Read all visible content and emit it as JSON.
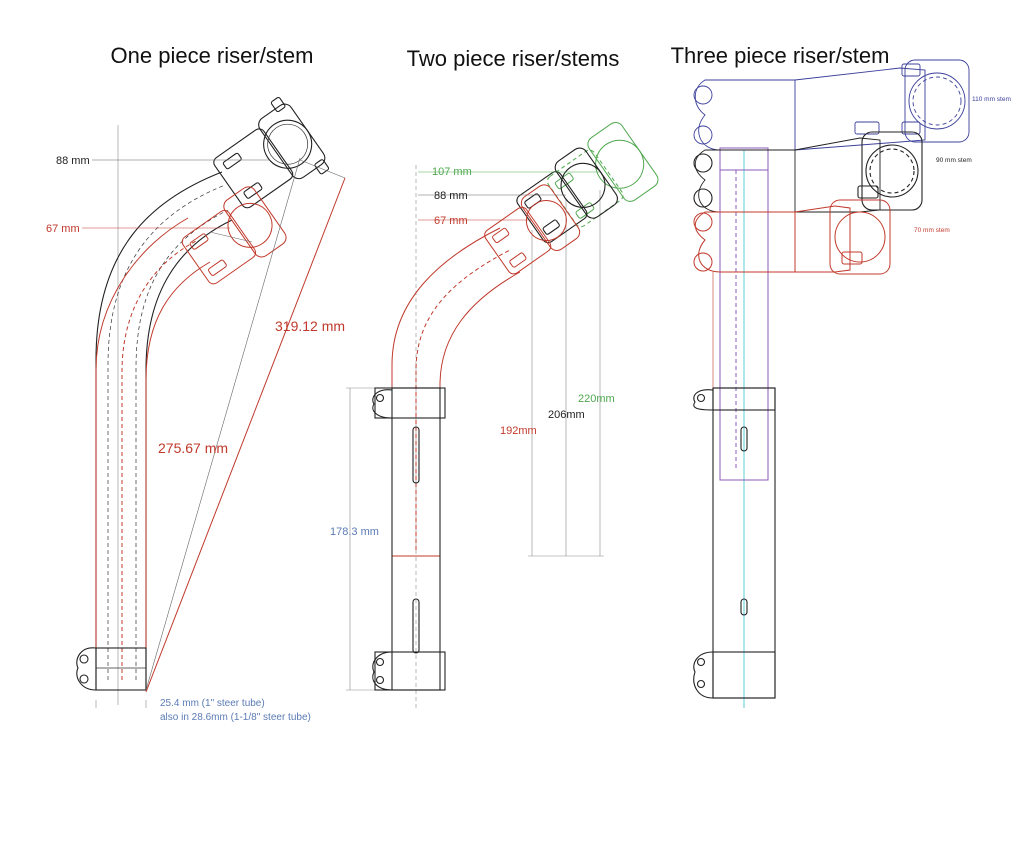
{
  "panels": {
    "one_piece": {
      "title": "One piece riser/stem",
      "dim_88": "88 mm",
      "dim_67": "67 mm",
      "dim_319": "319.12 mm",
      "dim_275": "275.67 mm",
      "steer_note_1": "25.4 mm (1\" steer tube)",
      "steer_note_2": "also in 28.6mm (1-1/8\" steer tube)"
    },
    "two_piece": {
      "title": "Two piece riser/stems",
      "dim_107": "107 mm",
      "dim_88": "88 mm",
      "dim_67": "67 mm",
      "dim_220": "220mm",
      "dim_206": "206mm",
      "dim_192": "192mm",
      "dim_178": "178.3 mm"
    },
    "three_piece": {
      "title": "Three piece riser/stem",
      "stem_110": "110 mm stem",
      "stem_90": "90 mm stem",
      "stem_70": "70 mm stem"
    }
  },
  "colors": {
    "black": "#222222",
    "red": "#c0392b",
    "green": "#4fa84f",
    "blue": "#5b7bb5",
    "navy": "#3b3f9a",
    "cyan": "#5ecfd6",
    "purple": "#8a5ab8"
  }
}
